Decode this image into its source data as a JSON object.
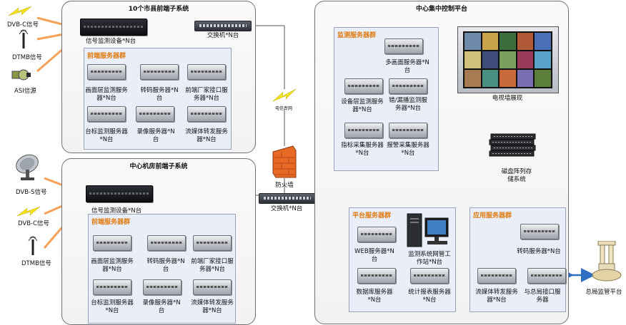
{
  "panels": {
    "county": "10个市县前端子系统",
    "machine_room": "中心机房前端子系统",
    "center": "中心集中控制平台"
  },
  "sources": {
    "dvbc_1": "DVB-C信号",
    "dtmb_1": "DTMB信号",
    "asi": "ASI信源",
    "dvbs": "DVB-S信号",
    "dvbc_2": "DVB-C信号",
    "dtmb_2": "DTMB信号"
  },
  "county": {
    "monitor_device": "信号监测设备*N台",
    "switch": "交换机*N台",
    "group_title": "前端服务器群",
    "servers": [
      "画面层监测服务器*N台",
      "转码服务器*N台",
      "前端厂家接口服务器*N台",
      "台标监测服务器*N台",
      "录像服务器*N台",
      "流媒体转发服务器*N台"
    ]
  },
  "machine_room": {
    "monitor_device": "信号监测设备*N台",
    "group_title": "前端服务器群",
    "servers": [
      "画面层监测服务器*N台",
      "转码服务器*N台",
      "前端厂家接口服务器*N台",
      "台标监测服务器*N台",
      "录像服务器*N台",
      "流媒体转发服务器*N台"
    ]
  },
  "network": {
    "wan": "电信专网",
    "firewall": "防火墙",
    "switch": "交换机*N台"
  },
  "center": {
    "monitor_group_title": "监测服务器群",
    "monitor_servers": [
      "多画面服务器*N台",
      "设备层监测服务器*N台",
      "错/漏播监测服务器*N台",
      "指标采集服务器*N台",
      "报警采集服务器*N台"
    ],
    "tv_wall": "电视墙展现",
    "disk_array": "磁盘阵列存储系统",
    "platform_group_title": "平台服务器群",
    "platform_servers": [
      "WEB服务器*N台",
      "监测系统网管工作站*N台",
      "数据库服务器*N台",
      "统计报表服务器*N台"
    ],
    "app_group_title": "应用服务器群",
    "app_servers": [
      "转码服务器*N台",
      "流媒体转发服务器*N台",
      "与总局接口服务器"
    ]
  },
  "external": {
    "sarft": "总局监管平台"
  },
  "colors": {
    "arrow_orange": "#f5a15a",
    "group_title_orange": "#e07a10",
    "group_bg": "#e9eef8",
    "bidirectional_blue": "#2e6fc2",
    "lightning_yellow": "#f4e31b"
  }
}
